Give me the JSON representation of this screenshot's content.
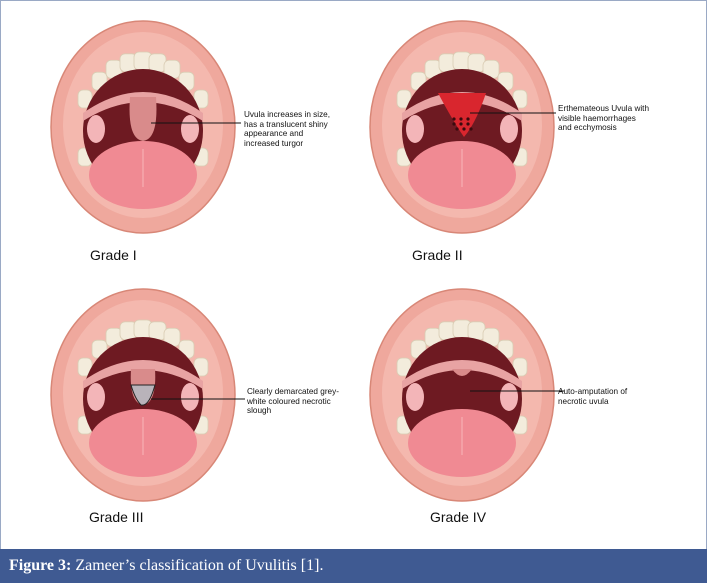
{
  "colors": {
    "lip": "#efa89d",
    "lip_dark": "#d88777",
    "gum": "#f4b8ae",
    "tooth": "#f3ecdc",
    "cavity": "#6e1a22",
    "cavity_dark": "#4b0f16",
    "tongue": "#f08a93",
    "tongue_light": "#f6a7ad",
    "uvula": "#d98b8b",
    "red_uvula": "#d9262e",
    "slough": "#b9b3ba",
    "caption_bg": "#3f5a92"
  },
  "panels": [
    {
      "grade": "Grade I",
      "annotation": [
        "Uvula increases in size,",
        "has a translucent shiny",
        "appearance and",
        "increased turgor"
      ],
      "uvula_style": "enlarged"
    },
    {
      "grade": "Grade II",
      "annotation": [
        "Erthemateous Uvula with",
        "visible haemorrhages",
        "and ecchymosis"
      ],
      "uvula_style": "erythematous"
    },
    {
      "grade": "Grade III",
      "annotation": [
        "Clearly demarcated grey-",
        "white coloured necrotic",
        "slough"
      ],
      "uvula_style": "slough"
    },
    {
      "grade": "Grade IV",
      "annotation": [
        "Auto-amputation of",
        "necrotic uvula"
      ],
      "uvula_style": "amputated"
    }
  ],
  "caption": {
    "label": "Figure 3:",
    "text": " Zameer’s classification of Uvulitis [1]."
  }
}
